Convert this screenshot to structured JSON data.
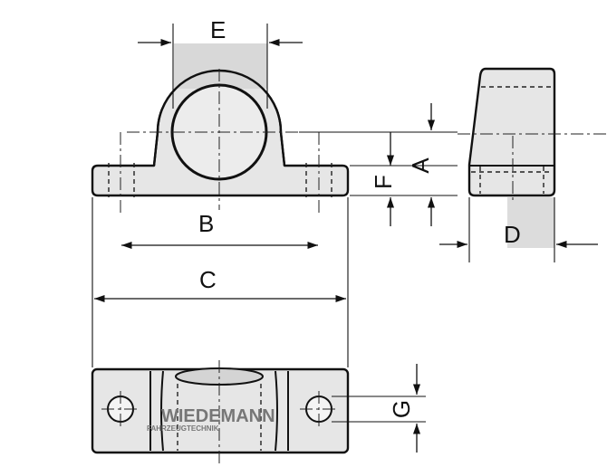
{
  "labels": {
    "E": "E",
    "A": "A",
    "F": "F",
    "B": "B",
    "C": "C",
    "D": "D",
    "G": "G"
  },
  "watermark": {
    "brand": "WIEDEMANN",
    "tagline": "FAHRZEUGTECHNIK"
  },
  "colors": {
    "part_fill": "#e6e6e6",
    "line": "#111111",
    "background": "#ffffff"
  }
}
